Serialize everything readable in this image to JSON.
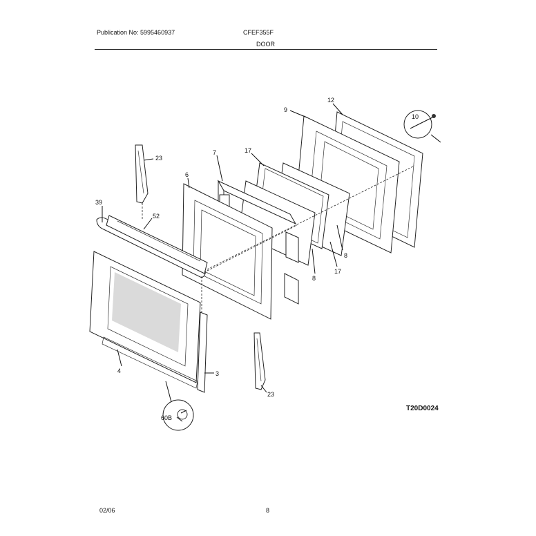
{
  "header": {
    "publication": "Publication No: 5995460937",
    "model": "CFEF355F",
    "section": "DOOR"
  },
  "footer": {
    "date": "02/06",
    "page": "8"
  },
  "diagram_code": "T20D0024",
  "callouts": {
    "p12": "12",
    "p9": "9",
    "p10": "10",
    "p23_top": "23",
    "p7": "7",
    "p17_top": "17",
    "p6": "6",
    "p39": "39",
    "p52": "52",
    "p8_right": "8",
    "p8_mid": "8",
    "p17_bottom": "17",
    "p4": "4",
    "p3": "3",
    "p23_bottom": "23",
    "p60b": "60B"
  }
}
